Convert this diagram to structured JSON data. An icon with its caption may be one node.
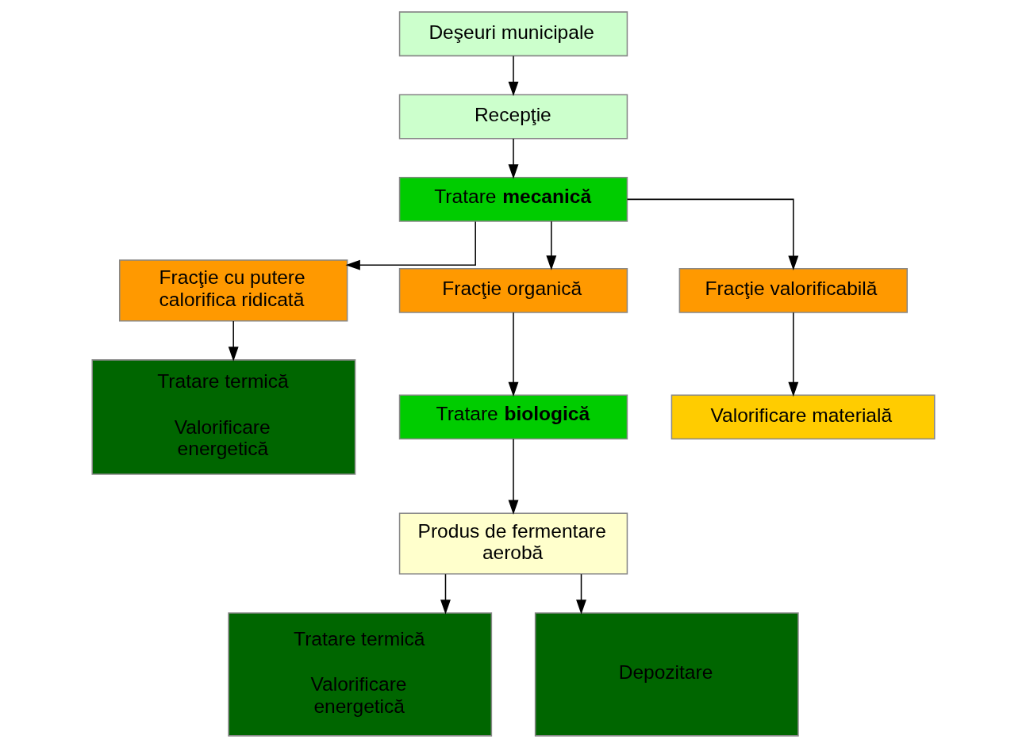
{
  "diagram": {
    "nodes": [
      {
        "text": [
          "Deşeuri municipale"
        ]
      },
      {
        "text": [
          "Recepţie"
        ]
      },
      {
        "text": [
          "Tratare **mecanică**"
        ]
      },
      {
        "text": [
          "Fracţie cu putere calorifica ridicată"
        ]
      },
      {
        "text": [
          "Fracţie organică"
        ]
      },
      {
        "text": [
          "Fracţie valorificabilă"
        ]
      },
      {
        "text": [
          "Tratare termică",
          "Valorificare energetică"
        ]
      },
      {
        "text": [
          "Tratare **biologică**"
        ]
      },
      {
        "text": [
          "Valorificare materială"
        ]
      },
      {
        "text": [
          "Produs de fermentare aerobă"
        ]
      },
      {
        "text": [
          "Tratare termică",
          "Valorificare energetică"
        ]
      },
      {
        "text": [
          "Depozitare"
        ]
      }
    ],
    "edges": [
      {
        "from": 0,
        "to": 1,
        "arrow": "to"
      },
      {
        "from": 1,
        "to": 2,
        "arrow": "to"
      },
      {
        "from": 2,
        "to": 3,
        "arrow": "to"
      },
      {
        "from": 2,
        "to": 4,
        "arrow": "to"
      },
      {
        "from": 2,
        "to": 5,
        "arrow": "to"
      },
      {
        "from": 3,
        "to": 6,
        "arrow": "to"
      },
      {
        "from": 4,
        "to": 7,
        "arrow": "to"
      },
      {
        "from": 5,
        "to": 8,
        "arrow": "to"
      },
      {
        "from": 7,
        "to": 9,
        "arrow": "to"
      },
      {
        "from": 9,
        "to": 10,
        "arrow": "to"
      },
      {
        "from": 9,
        "to": 11,
        "arrow": "to"
      }
    ]
  }
}
